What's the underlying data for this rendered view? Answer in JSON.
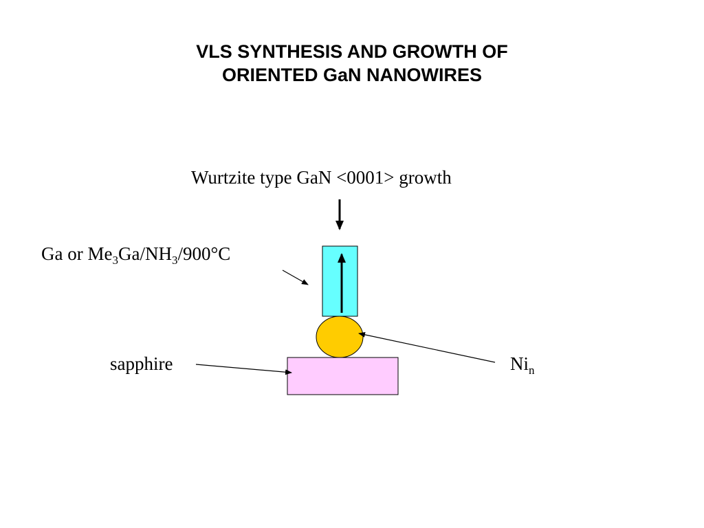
{
  "slide": {
    "title_line1": "VLS SYNTHESIS AND GROWTH OF",
    "title_line2": "ORIENTED GaN NANOWIRES"
  },
  "diagram": {
    "growth_label": "Wurtzite type GaN <0001> growth",
    "conditions": {
      "part1": "Ga or Me",
      "sub1": "3",
      "part2": "Ga/NH",
      "sub2": "3",
      "part3": "/900°C"
    },
    "substrate_label": "sapphire",
    "catalyst": {
      "base": "Ni",
      "sub": "n"
    },
    "colors": {
      "nanowire": "#66ffff",
      "catalyst_droplet": "#ffcc00",
      "substrate": "#ffccff",
      "stroke": "#000000"
    }
  }
}
